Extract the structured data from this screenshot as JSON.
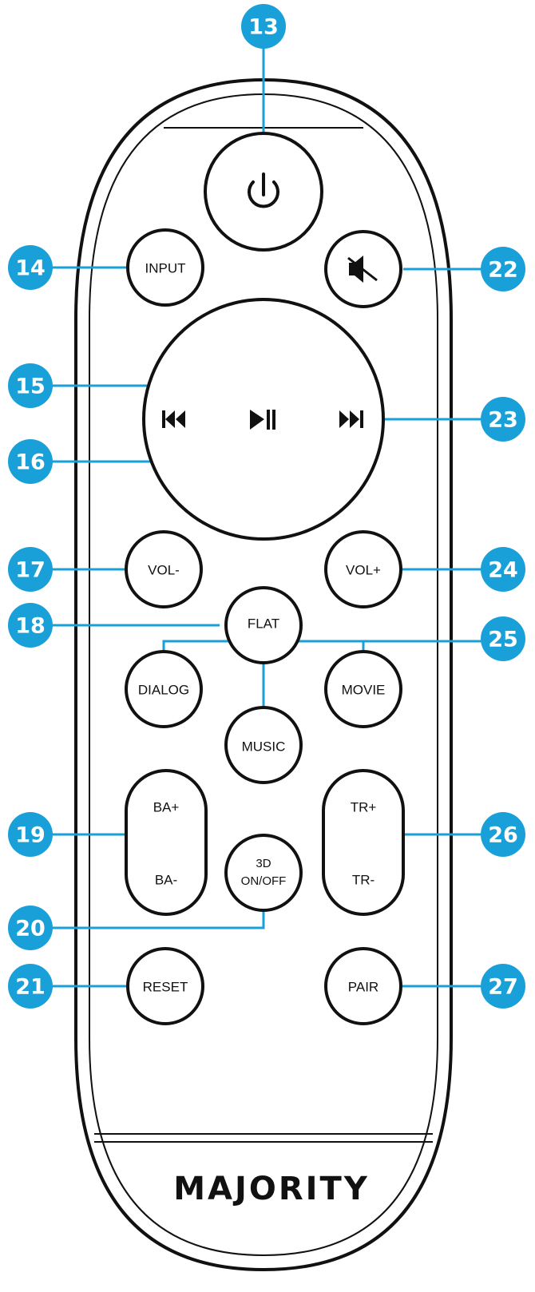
{
  "brand": "MAJORITY",
  "accent_color": "#1aa0d8",
  "buttons": {
    "power": {
      "icon": "power-icon"
    },
    "input": "INPUT",
    "mute": {
      "icon": "mute-icon"
    },
    "prev": {
      "icon": "previous-track-icon"
    },
    "play_pause": {
      "icon": "play-pause-icon"
    },
    "next": {
      "icon": "next-track-icon"
    },
    "vol_minus": "VOL-",
    "vol_plus": "VOL+",
    "flat": "FLAT",
    "dialog": "DIALOG",
    "movie": "MOVIE",
    "music": "MUSIC",
    "ba_plus": "BA+",
    "ba_minus": "BA-",
    "tr_plus": "TR+",
    "tr_minus": "TR-",
    "three_d_line1": "3D",
    "three_d_line2": "ON/OFF",
    "reset": "RESET",
    "pair": "PAIR"
  },
  "callouts": [
    "13",
    "14",
    "15",
    "16",
    "17",
    "18",
    "19",
    "20",
    "21",
    "22",
    "23",
    "24",
    "25",
    "26",
    "27"
  ]
}
